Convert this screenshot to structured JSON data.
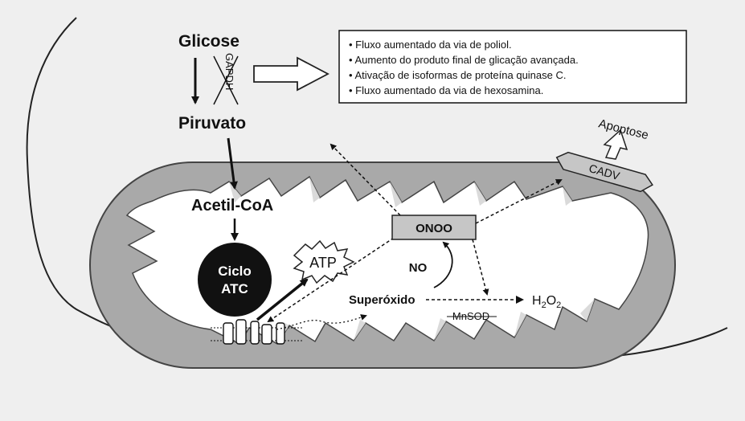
{
  "pathway": {
    "glucose": "Glicose",
    "gapdh": "GAPDH",
    "pyruvate": "Piruvato",
    "acetyl_coa": "Acetil-CoA",
    "tca_line1": "Ciclo",
    "tca_line2": "ATC"
  },
  "effects_box": {
    "items": [
      "• Fluxo aumentado da via de poliol.",
      "• Aumento do produto final de glicação avançada.",
      "• Ativação de isoformas de proteína quinase C.",
      "• Fluxo aumentado da via de hexosamina."
    ]
  },
  "mitochondrion": {
    "atp": "ATP",
    "onoo": "ONOO",
    "no": "NO",
    "superoxide": "Superóxido",
    "mnsod": "MnSOD",
    "h2o2_base": "H",
    "h2o2_sub1": "2",
    "h2o2_mid": "O",
    "h2o2_sub2": "2",
    "cadv": "CADV",
    "apoptosis": "Apoptose"
  },
  "colors": {
    "background": "#efefef",
    "membrane": "#a9a9a9",
    "matrix": "#ffffff",
    "cristae_shadow": "#d6d6d6",
    "ink": "#111111"
  }
}
